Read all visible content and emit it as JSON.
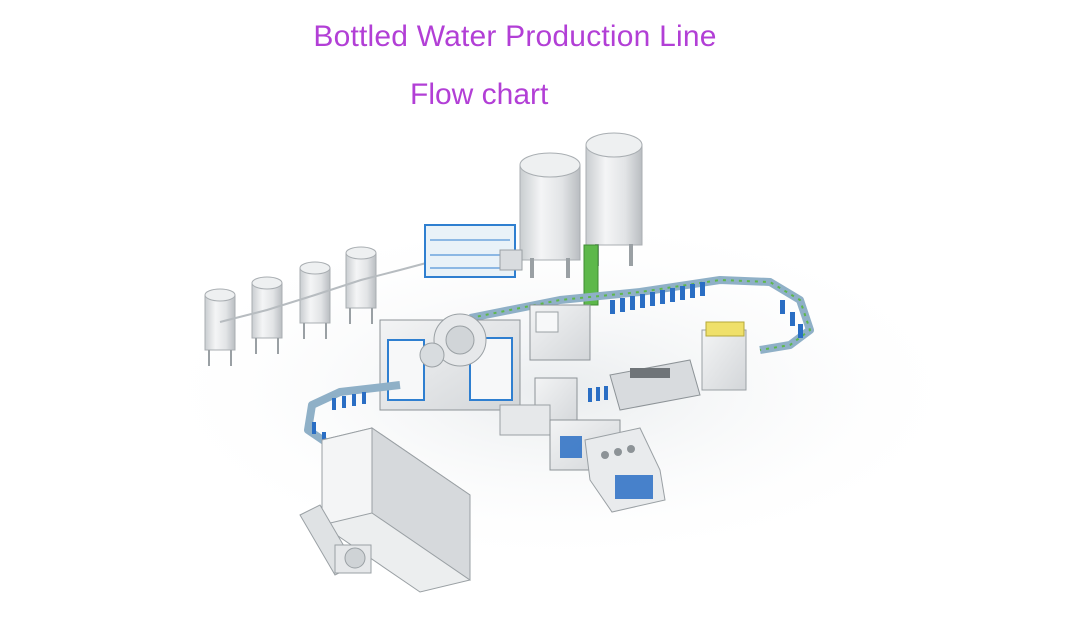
{
  "title": {
    "line1": "Bottled Water Production Line",
    "line2": "Flow chart"
  },
  "illustration": {
    "name": "production-line-illustration"
  },
  "colors": {
    "title": "#b23fd6",
    "machine_body": "#e4e6e8",
    "machine_shadow": "#c5c9cc",
    "accent_blue": "#2f7fd0",
    "accent_green": "#5db84a",
    "accent_yellow": "#efe06a",
    "bottle_blue": "#2a6ec4"
  }
}
